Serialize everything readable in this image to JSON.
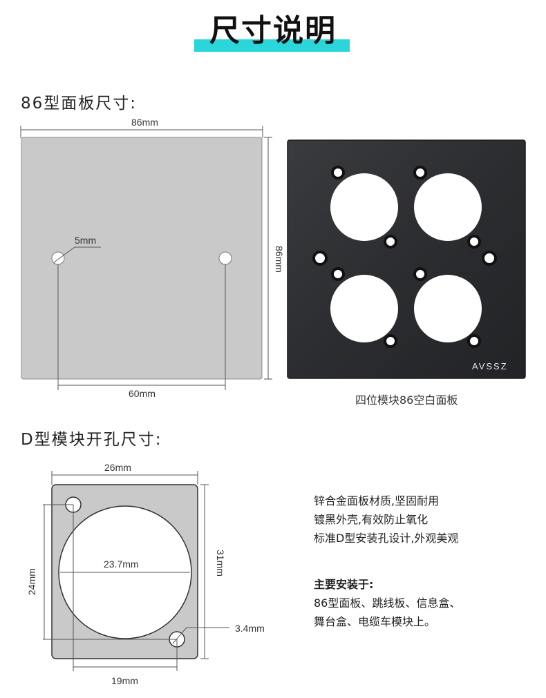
{
  "header": {
    "title": "尺寸说明"
  },
  "panel86": {
    "heading": "86型面板尺寸:",
    "width_label": "86mm",
    "height_label": "86mm",
    "hole_label": "5mm",
    "spacing_label": "60mm"
  },
  "product": {
    "brand": "AVSSZ",
    "caption": "四位模块86空白面板"
  },
  "module_d": {
    "heading": "D型模块开孔尺寸:",
    "width_label": "26mm",
    "height_label": "31mm",
    "circle_label": "23.7mm",
    "vertical_spacing_label": "24mm",
    "horizontal_spacing_label": "19mm",
    "screw_label": "3.4mm"
  },
  "features": {
    "lines": [
      "锌合金面板材质,坚固耐用",
      "镀黑外壳,有效防止氧化",
      "标准D型安装孔设计,外观美观"
    ],
    "install_heading": "主要安装于:",
    "install_lines": [
      "86型面板、跳线板、信息盒、",
      "舞台盒、电缆车模块上。"
    ]
  },
  "colors": {
    "accent": "#2ad6d9",
    "panel_gray": "#c9c9c9",
    "panel_dark": "#2e2f31"
  }
}
